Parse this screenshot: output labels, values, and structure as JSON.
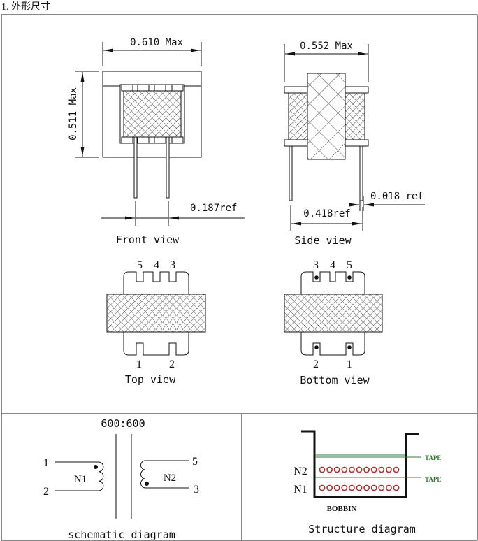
{
  "section_title": "1.  外形尺寸",
  "front_view": {
    "width_dim": "0.610 Max",
    "height_dim": "0.511 Max",
    "pin_pitch_dim": "0.187ref",
    "caption": "Front view"
  },
  "side_view": {
    "width_dim": "0.552 Max",
    "pin_dia_dim": "0.018 ref",
    "pin_span_dim": "0.418ref",
    "caption": "Side view"
  },
  "top_view": {
    "top_pins": [
      "5",
      "4",
      "3"
    ],
    "bottom_pins": [
      "1",
      "2"
    ],
    "caption": "Top view"
  },
  "bottom_view": {
    "top_pins": [
      "3",
      "4",
      "5"
    ],
    "bottom_pins": [
      "2",
      "1"
    ],
    "caption": "Bottom view"
  },
  "schematic": {
    "ratio": "600:600",
    "primary_label": "N1",
    "secondary_label": "N2",
    "pin_1": "1",
    "pin_2": "2",
    "pin_5": "5",
    "pin_3": "3",
    "caption": "schematic diagram"
  },
  "structure": {
    "tape_1": "TAPE",
    "tape_2": "TAPE",
    "n2_label": "N2",
    "n1_label": "N1",
    "bobbin_label": "BOBBIN",
    "caption": "Structure diagram",
    "tape_color": "#2e7d32",
    "winding_color": "#b03030"
  }
}
